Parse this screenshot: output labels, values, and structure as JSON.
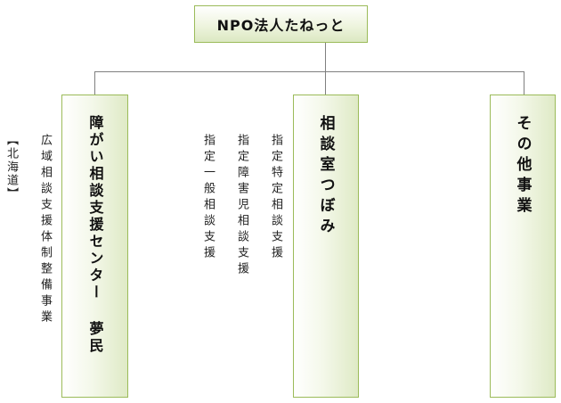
{
  "root": {
    "label": "NPO法人たねっと"
  },
  "branches": [
    {
      "label": "障がい相談支援センター 夢民"
    },
    {
      "label": "相談室つぼみ"
    },
    {
      "label": "その他事業"
    }
  ],
  "notes": {
    "hokkaido": "【北海道】",
    "regional": "広域相談支援体制整備事業",
    "designated_specific": "指定特定相談支援",
    "designated_child": "指定障害児相談支援",
    "designated_general": "指定一般相談支援"
  }
}
